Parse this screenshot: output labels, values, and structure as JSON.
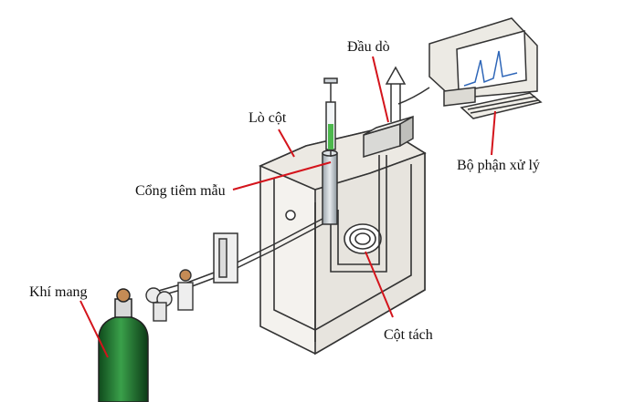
{
  "labels": {
    "detector": "Đầu dò",
    "oven": "Lò cột",
    "injector": "Cổng tiêm mẫu",
    "processor": "Bộ phận xử lý",
    "carrier_gas": "Khí mang",
    "column": "Cột tách"
  },
  "colors": {
    "pointer": "#d4141c",
    "gas_cylinder": "#2e8b3a",
    "outline": "#222222"
  }
}
